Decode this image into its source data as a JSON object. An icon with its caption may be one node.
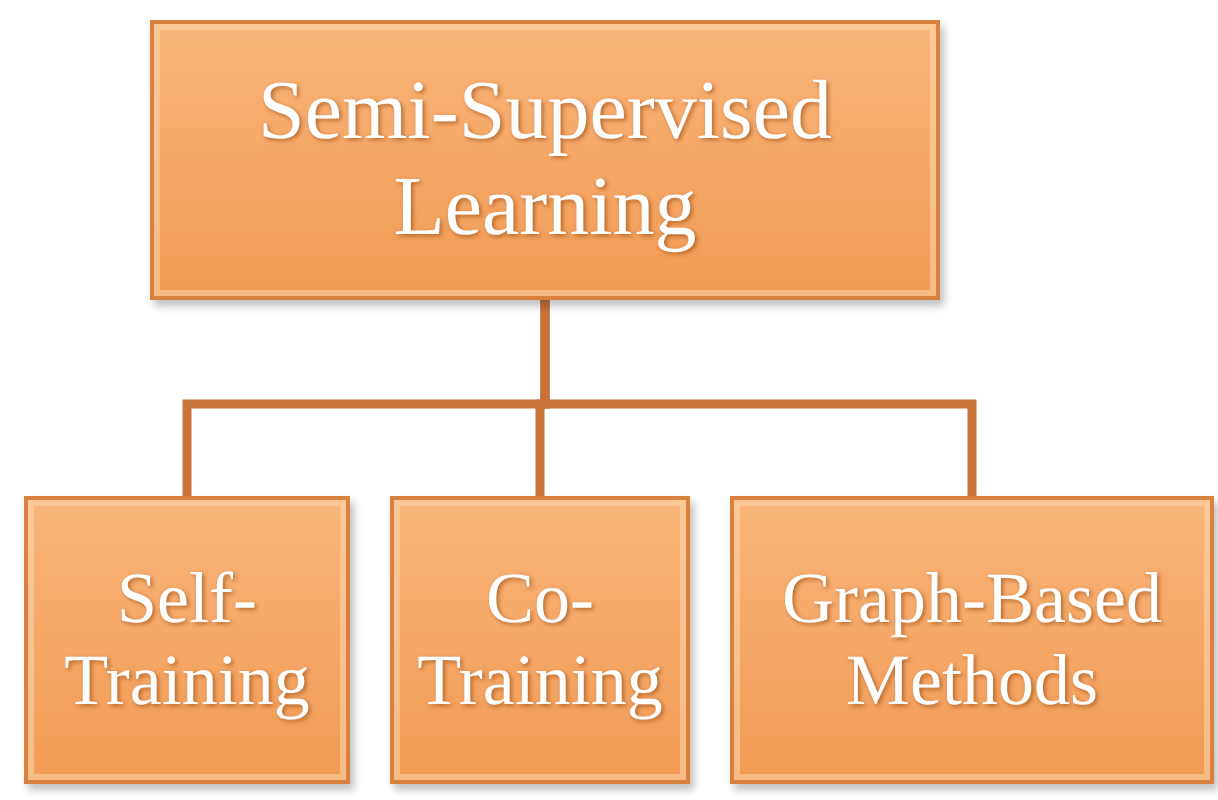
{
  "diagram": {
    "nodes": [
      {
        "text": [
          "Semi-Supervised Learning"
        ]
      },
      {
        "text": [
          "Self-Training"
        ]
      },
      {
        "text": [
          "Co-Training"
        ]
      },
      {
        "text": [
          "Graph-Based Methods"
        ]
      }
    ],
    "edges": [
      {
        "from": 0,
        "to": 1,
        "arrow": "none"
      },
      {
        "from": 0,
        "to": 2,
        "arrow": "none"
      },
      {
        "from": 0,
        "to": 3,
        "arrow": "none"
      }
    ]
  }
}
